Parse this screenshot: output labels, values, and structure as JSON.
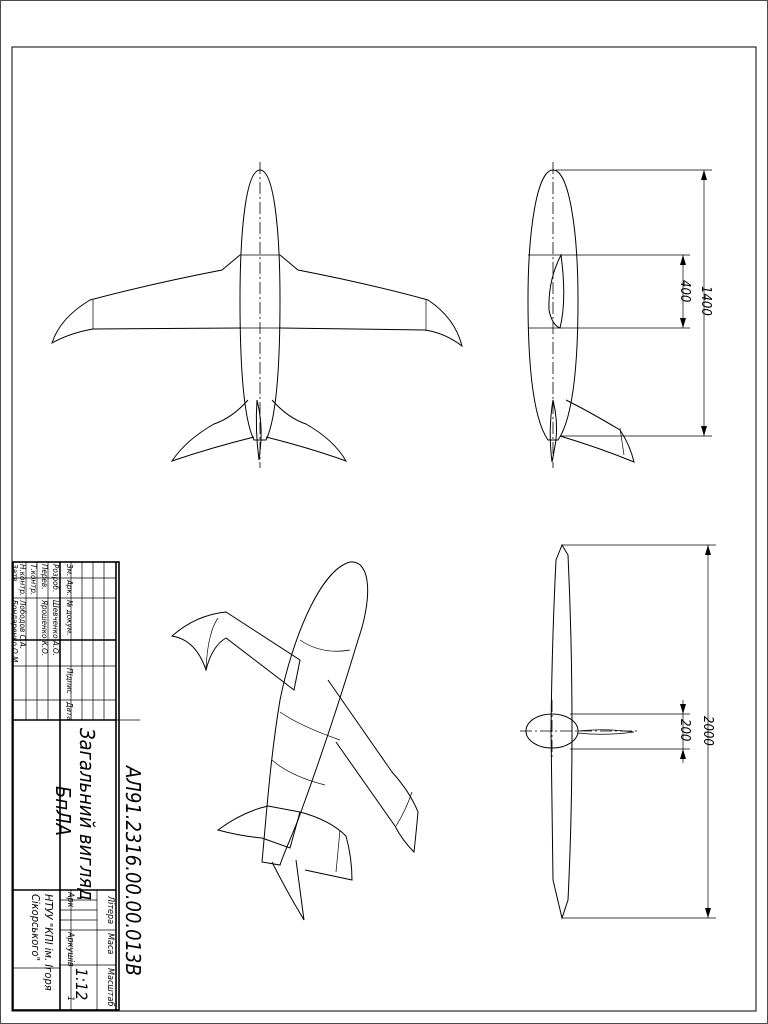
{
  "title_block": {
    "doc_code": "АЛ91.2316.00.00.013В",
    "title_line1": "Загальний вигляд",
    "title_line2": "БпЛА",
    "hdr_litera": "Літера",
    "hdr_masa": "Маса",
    "hdr_masshtab": "Масштаб",
    "scale": "1:12",
    "ark": "Арк",
    "arkushiv": "Аркушів",
    "arkushiv_count": "1",
    "org_line1": "НТУУ \"КПІ ім. Ігоря",
    "org_line2": "Сікорського\"",
    "col_zm": "Зм.",
    "col_ark": "Арк.",
    "col_doc": "№ докум.",
    "col_sign": "Підпис",
    "col_date": "Дата",
    "row_rozrob": "Розроб.",
    "row_perev": "Перев.",
    "row_tkontr": "Т.контр.",
    "row_nkontr": "Н.контр.",
    "row_zatv": "Затв.",
    "name_rozrob": "Шевченко А.О.",
    "name_perev": "Ярошенко К.О.",
    "name_nkontr": "Лободов С.А.",
    "name_zatv": "Бондаренко О.М."
  },
  "dimensions": {
    "fuselage_length": "1400",
    "wing_root": "400",
    "wingspan": "2000",
    "chord": "200"
  }
}
